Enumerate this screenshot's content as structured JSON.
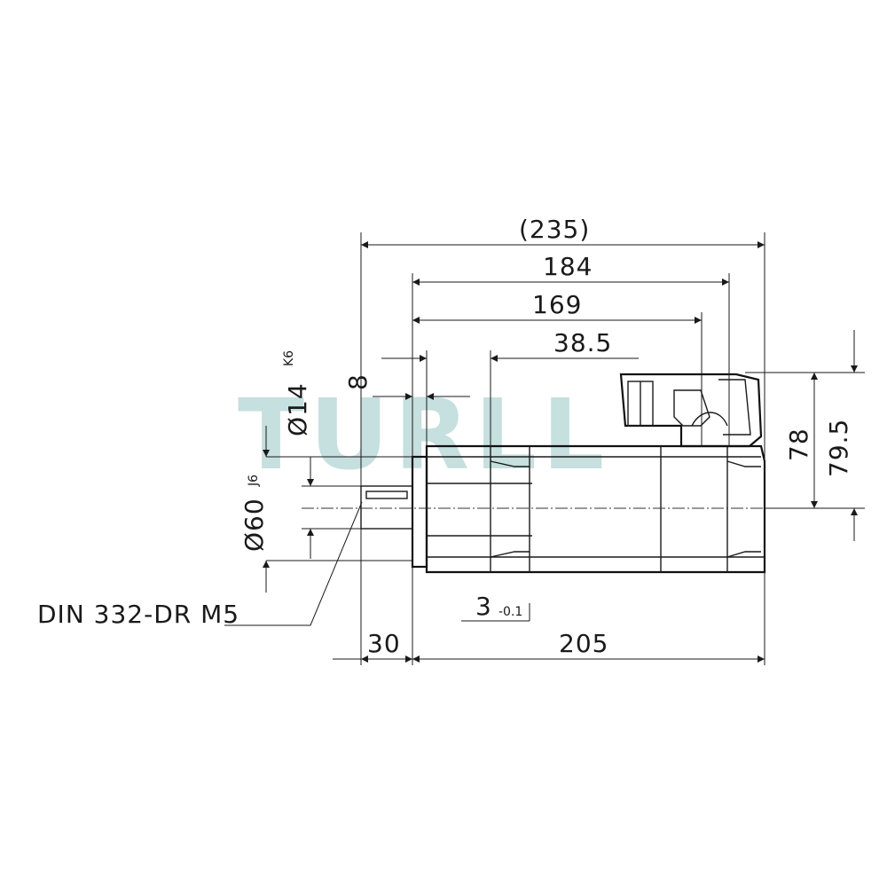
{
  "watermark": {
    "text": "TURLL",
    "color": "#bcd9d9"
  },
  "dimensions": {
    "overall": "(235)",
    "body_length_184": "184",
    "body_length_169": "169",
    "connector_offset": "38.5",
    "flange_thickness": "8",
    "shaft_diameter": "Ø14",
    "shaft_tolerance": "K6",
    "pilot_diameter": "Ø60",
    "pilot_tolerance": "J6",
    "height_78": "78",
    "height_79_5": "79.5",
    "key_depth": "3",
    "key_depth_tolerance": "-0.1",
    "shaft_length": "30",
    "motor_length": "205"
  },
  "callout": {
    "thread_note": "DIN 332-DR M5"
  }
}
